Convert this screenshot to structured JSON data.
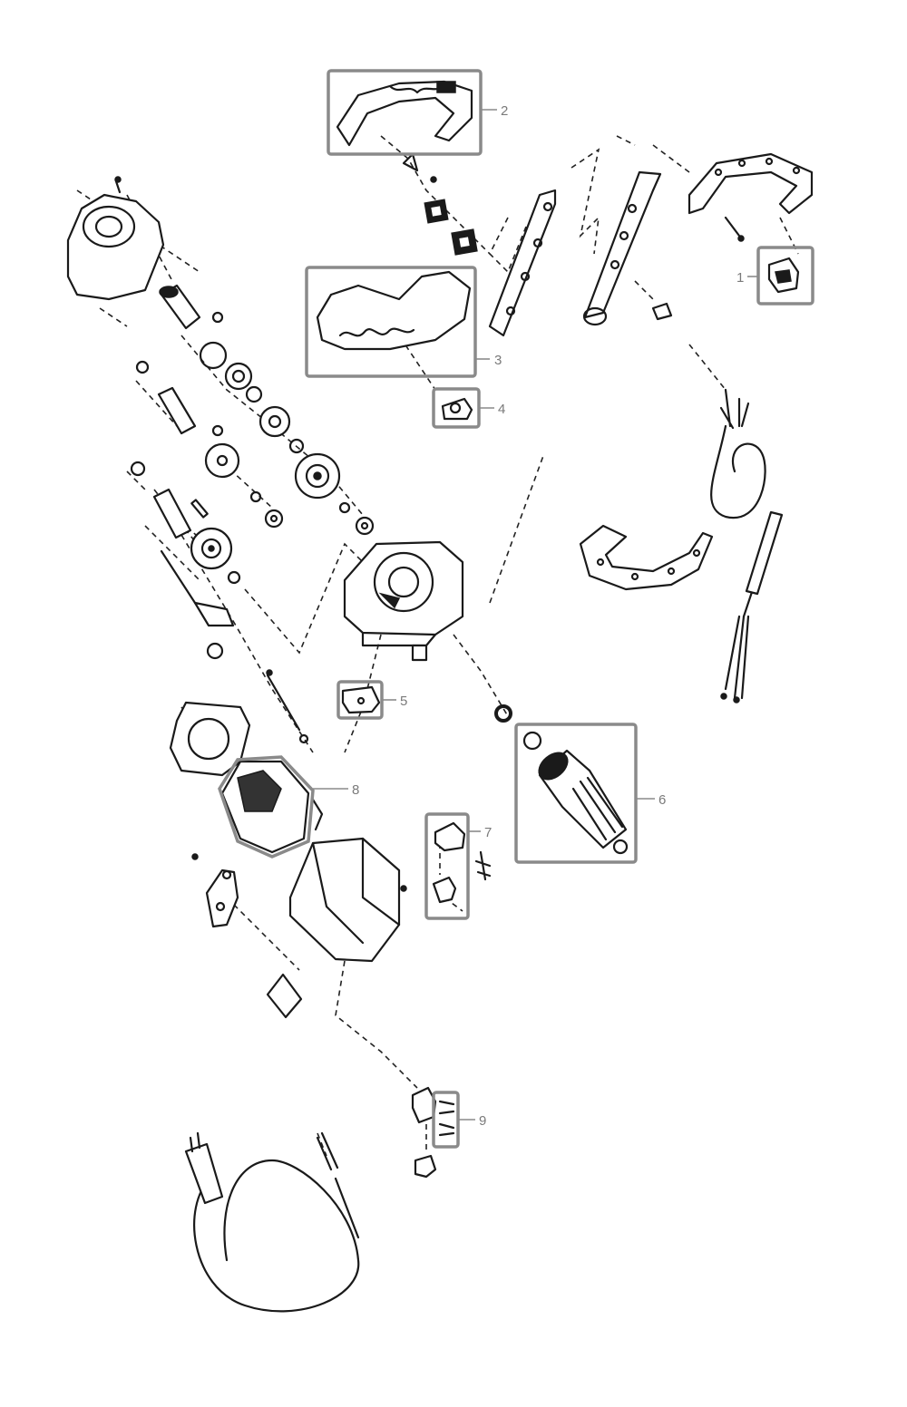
{
  "diagram": {
    "callouts": [
      {
        "id": "1",
        "label": "1"
      },
      {
        "id": "2",
        "label": "2"
      },
      {
        "id": "3",
        "label": "3"
      },
      {
        "id": "4",
        "label": "4"
      },
      {
        "id": "5",
        "label": "5"
      },
      {
        "id": "6",
        "label": "6"
      },
      {
        "id": "7",
        "label": "7"
      },
      {
        "id": "8",
        "label": "8"
      },
      {
        "id": "9",
        "label": "9"
      }
    ],
    "colors": {
      "line": "#1a1a1a",
      "callout": "#8a8a8a",
      "background": "#ffffff"
    }
  }
}
